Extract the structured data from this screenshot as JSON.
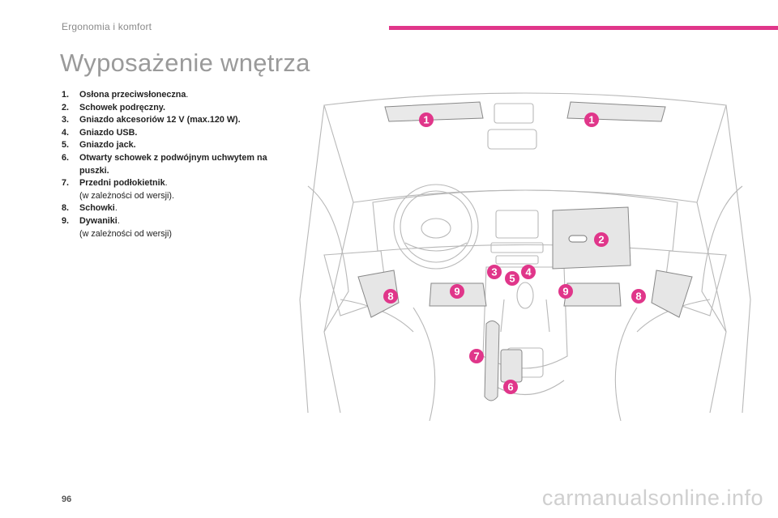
{
  "header": {
    "section_title": "Ergonomia i komfort",
    "accent_color": "#e0368a"
  },
  "page": {
    "heading": "Wyposażenie wnętrza",
    "number": "96"
  },
  "items": [
    {
      "num": "1.",
      "label": "Osłona przeciwsłoneczna",
      "suffix": ".",
      "note": ""
    },
    {
      "num": "2.",
      "label": "Schowek podręczny.",
      "suffix": "",
      "note": ""
    },
    {
      "num": "3.",
      "label": "Gniazdo akcesoriów 12 V (max.120 W).",
      "suffix": "",
      "note": ""
    },
    {
      "num": "4.",
      "label": "Gniazdo USB.",
      "suffix": "",
      "note": ""
    },
    {
      "num": "5.",
      "label": "Gniazdo jack.",
      "suffix": "",
      "note": ""
    },
    {
      "num": "6.",
      "label": "Otwarty schowek z podwójnym uchwytem na puszki.",
      "suffix": "",
      "note": ""
    },
    {
      "num": "7.",
      "label": "Przedni podłokietnik",
      "suffix": ".",
      "note": "(w zależności od wersji)."
    },
    {
      "num": "8.",
      "label": "Schowki",
      "suffix": ".",
      "note": ""
    },
    {
      "num": "9.",
      "label": "Dywaniki",
      "suffix": ".",
      "note": "(w zależności od wersji)"
    }
  ],
  "callouts": [
    "1",
    "1",
    "2",
    "3",
    "4",
    "5",
    "6",
    "7",
    "8",
    "8",
    "9",
    "9"
  ],
  "watermark": "carmanualsonline.info"
}
